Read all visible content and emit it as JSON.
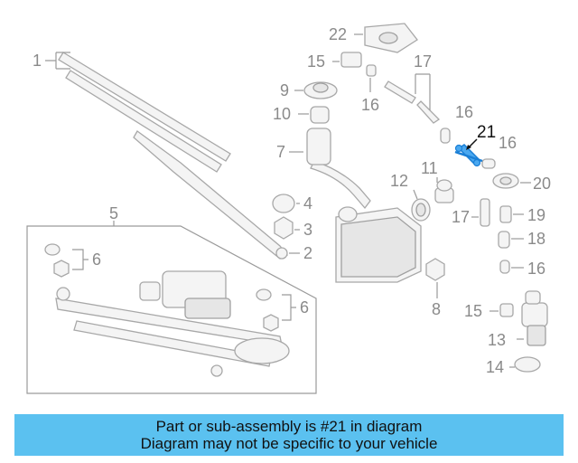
{
  "diagram": {
    "callouts": [
      "1",
      "2",
      "3",
      "4",
      "5",
      "6",
      "6",
      "7",
      "8",
      "9",
      "10",
      "11",
      "12",
      "13",
      "14",
      "15",
      "15",
      "16",
      "16",
      "16",
      "16",
      "17",
      "17",
      "18",
      "19",
      "20",
      "21",
      "22"
    ],
    "highlight_callout": "21",
    "highlight_color": "#1a7fd6",
    "line_color": "#a8a8a8"
  },
  "banner": {
    "line1": "Part or sub-assembly is #21 in diagram",
    "line2": "Diagram may not be specific to your vehicle",
    "color": "#5bc1f0"
  }
}
